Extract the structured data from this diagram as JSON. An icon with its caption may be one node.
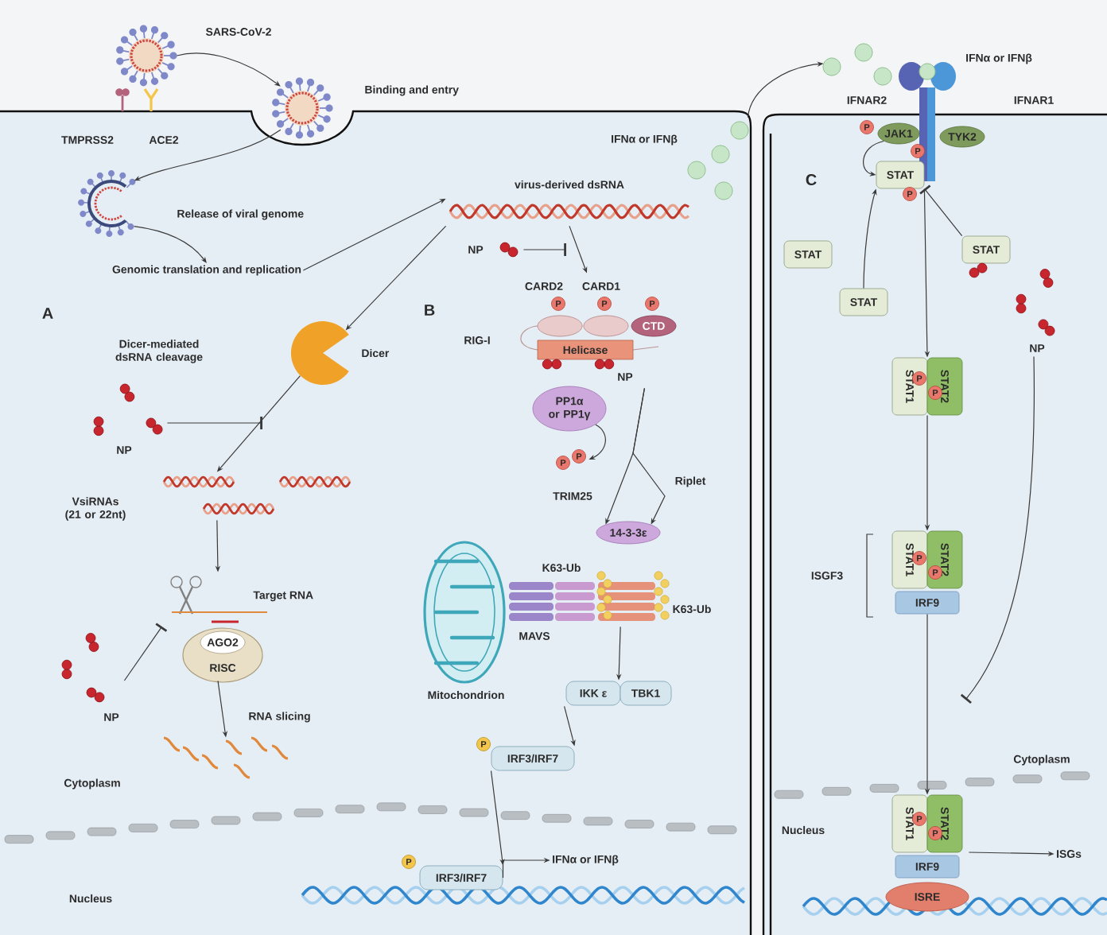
{
  "diagram": {
    "nodes": [
      {
        "text": [],
        "shape": "picture"
      },
      {
        "text": [],
        "shape": "picture",
        "beside": [
          "Binding and entry"
        ]
      },
      {
        "text": [],
        "shape": "picture",
        "beside": [
          "Release of viral genome"
        ]
      },
      {
        "text": [
          "Genomic translation and replication"
        ]
      },
      {
        "text": [
          "virus-derived dsRNA"
        ]
      },
      {
        "text": [],
        "shape": "circle",
        "beside": [
          "Dicer"
        ]
      },
      {
        "text": [
          "NP"
        ]
      },
      {
        "text": [
          "VsiRNAs (21 or 22nt)"
        ]
      },
      {
        "text": [
          "AGO2",
          "RISC"
        ],
        "beside": [
          "Target RNA"
        ]
      },
      {
        "text": [
          "NP"
        ]
      },
      {
        "text": [],
        "shape": "picture"
      },
      {
        "text": [
          "NP"
        ]
      },
      {
        "text": [
          "CARD2",
          "CARD1",
          "CTD",
          "Helicase"
        ],
        "beside": [
          "RIG-I",
          "NP"
        ]
      },
      {
        "text": [
          "PP1α or PP1γ"
        ]
      },
      {
        "text": [
          "14-3-3ε"
        ]
      },
      {
        "text": [],
        "shape": "picture",
        "beside": [
          "Mitochondrion"
        ]
      },
      {
        "text": [
          "K63-Ub"
        ],
        "beside": [
          "MAVS",
          "K63-Ub"
        ]
      },
      {
        "text": [
          "IKK ε",
          "TBK1"
        ]
      },
      {
        "text": [
          "IRF3/IRF7"
        ]
      },
      {
        "text": [
          "IRF3/IRF7"
        ]
      },
      {
        "text": [
          "IFNα or IFNβ"
        ]
      },
      {
        "text": [],
        "shape": "circle",
        "beside": [
          "IFNα or IFNβ"
        ]
      },
      {
        "text": [],
        "shape": "circle"
      },
      {
        "text": [],
        "shape": "picture",
        "beside": [
          "IFNAR2"
        ]
      },
      {
        "text": [
          "JAK1"
        ]
      },
      {
        "text": [
          "TYK2"
        ]
      },
      {
        "text": [
          "STAT"
        ]
      },
      {
        "text": [
          "STAT"
        ]
      },
      {
        "text": [
          "STAT"
        ]
      },
      {
        "text": [
          "STAT"
        ]
      },
      {
        "text": [
          "STAT1",
          "STAT2"
        ]
      },
      {
        "text": [
          "NP"
        ]
      },
      {
        "text": [
          "STAT1",
          "STAT2",
          "IRF9"
        ]
      },
      {
        "text": [
          "STAT1",
          "STAT2",
          "IRF9",
          "ISRE"
        ]
      },
      {
        "text": [
          "ISGs"
        ]
      },
      {
        "text": [
          "P",
          "P"
        ]
      }
    ],
    "edges": [
      {
        "from": 0,
        "to": 1,
        "arrow": "to",
        "label": "SARS-CoV-2"
      },
      {
        "from": 1,
        "to": 2,
        "arrow": "to"
      },
      {
        "from": 2,
        "to": 3,
        "arrow": "to"
      },
      {
        "from": 3,
        "to": 4,
        "arrow": "to"
      },
      {
        "from": 4,
        "to": 5,
        "arrow": "to"
      },
      {
        "from": 6,
        "to": null,
        "arrow": "other"
      },
      {
        "from": 5,
        "to": 7,
        "arrow": "to"
      },
      {
        "from": 7,
        "to": 8,
        "arrow": "to"
      },
      {
        "from": 9,
        "to": 8,
        "arrow": "other"
      },
      {
        "from": 8,
        "to": 10,
        "arrow": "to",
        "label": "RNA slicing"
      },
      {
        "from": 11,
        "to": null,
        "arrow": "other"
      },
      {
        "from": 4,
        "to": 12,
        "arrow": "to"
      },
      {
        "from": 13,
        "to": 35,
        "arrow": "to"
      },
      {
        "from": 12,
        "to": 14,
        "arrow": "to",
        "label": "TRIM25"
      },
      {
        "from": 12,
        "to": 14,
        "arrow": "to",
        "label": "Riplet"
      },
      {
        "from": 16,
        "to": 17,
        "arrow": "to"
      },
      {
        "from": 17,
        "to": 18,
        "arrow": "to"
      },
      {
        "from": 18,
        "to": 19,
        "arrow": "to"
      },
      {
        "from": 19,
        "to": 20,
        "arrow": "to"
      },
      {
        "from": 21,
        "to": 22,
        "arrow": "to"
      },
      {
        "from": 24,
        "to": 26,
        "arrow": "to"
      },
      {
        "from": 28,
        "to": 26,
        "arrow": "to"
      },
      {
        "from": 29,
        "to": 26,
        "arrow": "other"
      },
      {
        "from": 26,
        "to": 30,
        "arrow": "to"
      },
      {
        "from": 30,
        "to": 32,
        "arrow": "to"
      },
      {
        "from": 31,
        "to": null,
        "arrow": "other"
      },
      {
        "from": 32,
        "to": 33,
        "arrow": "to"
      },
      {
        "from": 33,
        "to": 34,
        "arrow": "to"
      }
    ],
    "labels": [
      "TMPRSS2",
      "ACE2",
      "IFNα or IFNβ",
      "IFNAR1",
      "A",
      "Dicer-mediated dsRNA cleavage",
      "B",
      "C",
      "P",
      "P",
      "P",
      "P",
      "P",
      "P",
      "P",
      "P",
      "P",
      "P",
      "P",
      "P",
      "P",
      "P",
      "ISGF3",
      "Cytoplasm",
      "Cytoplasm",
      "Nucleus",
      "Nucleus"
    ]
  }
}
